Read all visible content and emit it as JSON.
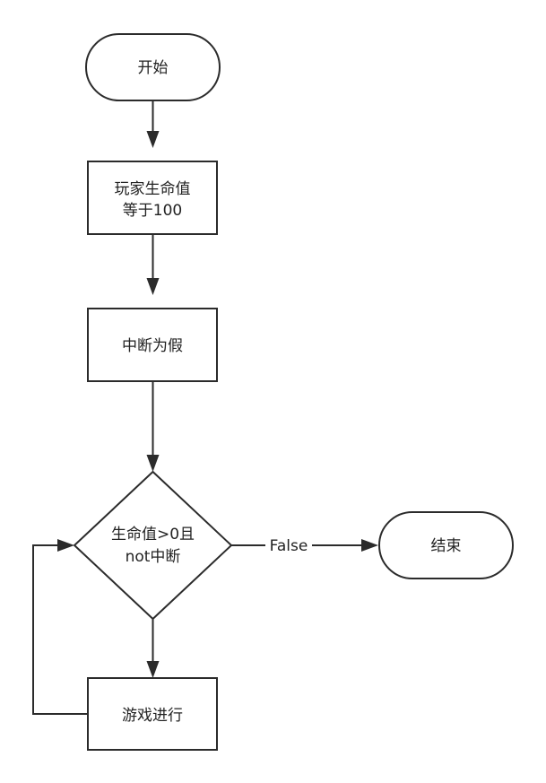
{
  "nodes": {
    "start": {
      "label": "开始"
    },
    "init_hp": {
      "line1": "玩家生命值",
      "line2": "等于100"
    },
    "init_interrupt": {
      "label": "中断为假"
    },
    "condition": {
      "line1": "生命值>0且",
      "line2": "not中断"
    },
    "game_loop": {
      "label": "游戏进行"
    },
    "end": {
      "label": "结束"
    }
  },
  "edges": {
    "false_label": "False"
  },
  "colors": {
    "stroke": "#2b2b2b",
    "fill": "#ffffff",
    "text": "#222222"
  }
}
